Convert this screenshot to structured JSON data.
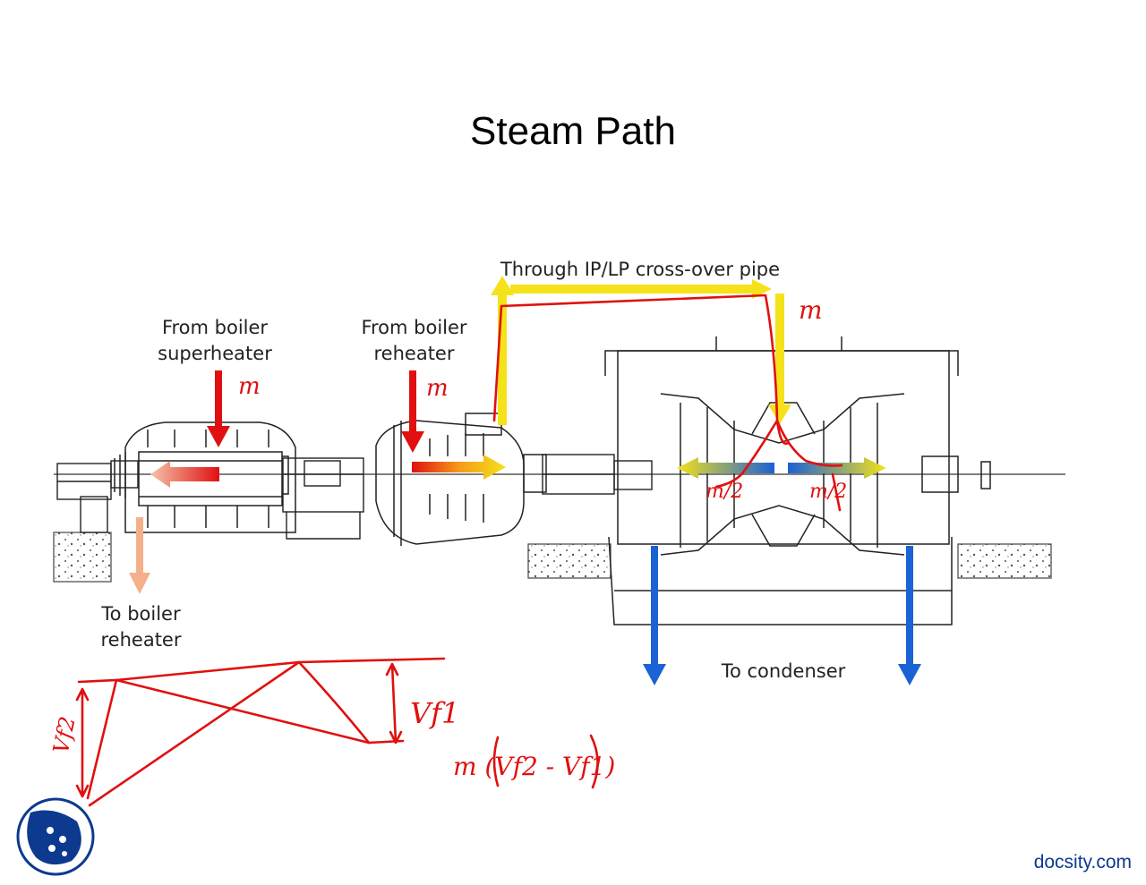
{
  "slide": {
    "title": "Steam Path"
  },
  "labels": {
    "superheater_line1": "From boiler",
    "superheater_line2": "superheater",
    "reheater_in_line1": "From boiler",
    "reheater_in_line2": "reheater",
    "crossover": "Through IP/LP cross-over pipe",
    "reheater_out_line1": "To boiler",
    "reheater_out_line2": "reheater",
    "condenser": "To condenser"
  },
  "annotations": {
    "mdot_1": "m",
    "mdot_2": "m",
    "mdot_3": "m",
    "m_half_left": "m/2",
    "m_half_right": "m/2",
    "vf1": "Vf1",
    "vf2": "Vf2",
    "momentum_expr": "m (Vf2 - Vf1)"
  },
  "branding": {
    "site": "docsity.com"
  },
  "colors": {
    "steam_hot": "#e01010",
    "steam_warm": "#f5a07a",
    "steam_mid": "#f5e21a",
    "condensate": "#1a62d6",
    "ink": "#e01010",
    "brand": "#0d3a8f"
  }
}
